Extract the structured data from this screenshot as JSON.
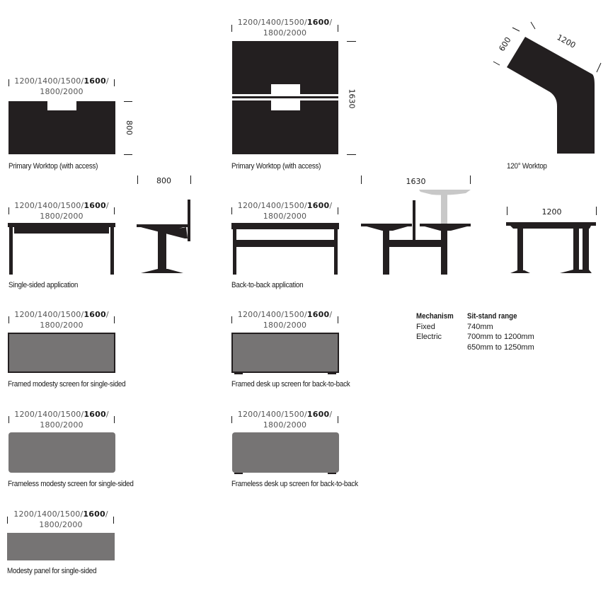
{
  "width_options": {
    "prefix": "1200/1400/1500/",
    "highlight": "1600",
    "suffix": "/",
    "line2": "1800/2000"
  },
  "items": {
    "primary_single": {
      "caption": "Primary Worktop (with access)",
      "depth_label": "800"
    },
    "primary_b2b": {
      "caption": "Primary Worktop (with access)",
      "depth_label": "1630"
    },
    "worktop_120": {
      "caption": "120° Worktop",
      "short_label": "600",
      "long_label": "1200"
    },
    "single_sided": {
      "caption": "Single-sided application",
      "side_depth_label": "800"
    },
    "back_to_back": {
      "caption": "Back-to-back application",
      "side_depth_label": "1630"
    },
    "corner_side": {
      "width_label": "1200"
    },
    "framed_modesty": {
      "caption": "Framed modesty screen for single-sided"
    },
    "framed_deskup": {
      "caption": "Framed desk up screen for back-to-back"
    },
    "frameless_modesty": {
      "caption": "Frameless modesty screen for single-sided"
    },
    "frameless_deskup": {
      "caption": "Frameless desk up screen for back-to-back"
    },
    "modesty_panel": {
      "caption": "Modesty panel for single-sided"
    }
  },
  "spec_table": {
    "headers": [
      "Mechanism",
      "Sit-stand range"
    ],
    "rows": [
      [
        "Fixed",
        "740mm"
      ],
      [
        "Electric",
        "700mm to 1200mm"
      ],
      [
        "",
        "650mm to 1250mm"
      ]
    ]
  },
  "colors": {
    "dark": "#231f20",
    "grey_panel": "#767474",
    "light_grey": "#c8c8c8"
  }
}
